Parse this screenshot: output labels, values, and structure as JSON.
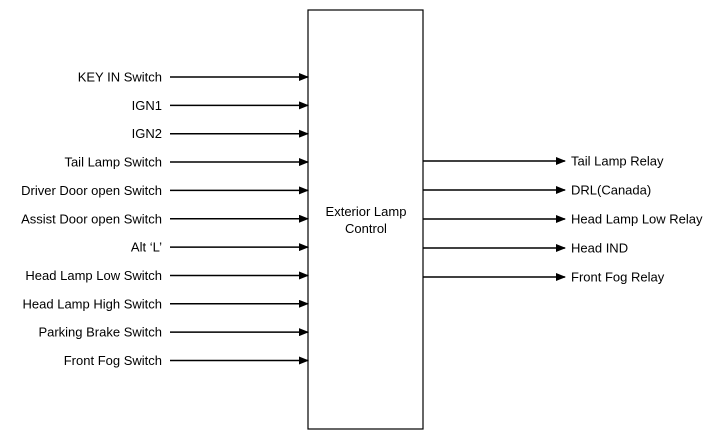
{
  "controller": {
    "line1": "Exterior Lamp",
    "line2": "Control"
  },
  "inputs": [
    "KEY IN Switch",
    "IGN1",
    "IGN2",
    "Tail Lamp Switch",
    "Driver Door open Switch",
    "Assist Door open Switch",
    "Alt ‘L’",
    "Head Lamp Low Switch",
    "Head Lamp High Switch",
    "Parking Brake Switch",
    "Front Fog Switch"
  ],
  "outputs": [
    "Tail Lamp Relay",
    "DRL(Canada)",
    "Head Lamp Low Relay",
    "Head IND",
    "Front Fog Relay"
  ],
  "colors": {
    "line": "#000000",
    "background": "#ffffff"
  }
}
